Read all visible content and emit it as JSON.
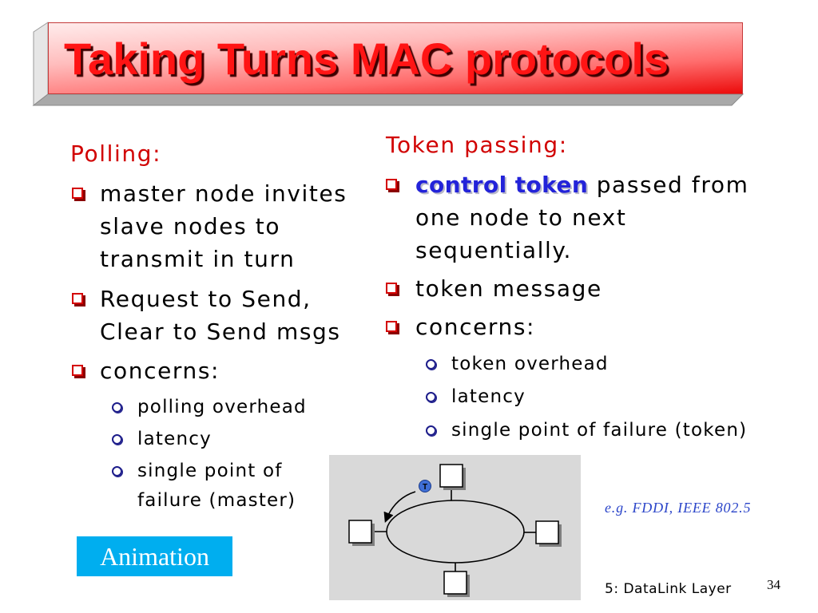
{
  "slide": {
    "title": "Taking Turns MAC protocols",
    "animation_button": "Animation",
    "example_note": "e.g. FDDI, IEEE 802.5",
    "footer": "5: DataLink Layer",
    "page_number": "34"
  },
  "polling": {
    "heading": "Polling:",
    "bullets": [
      {
        "text": "master node invites\nslave nodes to\ntransmit in turn"
      },
      {
        "text": "Request to Send,\nClear to Send msgs"
      },
      {
        "text": "concerns:",
        "sub": [
          "polling overhead",
          "latency",
          "single point of\nfailure (master)"
        ]
      }
    ]
  },
  "token_passing": {
    "heading": "Token passing:",
    "bullets": [
      {
        "emphasis": "control token",
        "text": "passed from\none node to next\nsequentially."
      },
      {
        "text": "token message"
      },
      {
        "text": "concerns:",
        "sub": [
          "token overhead",
          "latency",
          "single point of failure (token)"
        ]
      }
    ]
  },
  "diagram": {
    "token_label": "T"
  },
  "icons": {
    "bullet": "square-bullet-icon",
    "sub_bullet": "circle-bullet-icon",
    "token_marker": "token-circle-icon"
  },
  "colors": {
    "title_text": "#ff1414",
    "heading": "#d10000",
    "emphasis": "#2323d9",
    "bullet": "#d40000",
    "sub_bullet": "#1c1c8a",
    "animation_button": "#00aeef",
    "note": "#2b45c9",
    "panel": "#d9d9d9"
  }
}
